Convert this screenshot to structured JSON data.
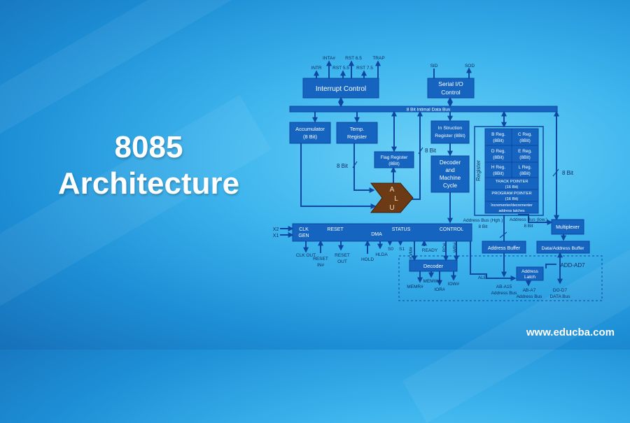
{
  "title": {
    "line1": "8085",
    "line2": "Architecture"
  },
  "site": "www.educba.com",
  "colors": {
    "block": "#1565c0",
    "block_text": "#ffffff",
    "line": "#0d47a1",
    "alu": "#6d3a16"
  },
  "diagram": {
    "interrupt_pins": [
      "INTR",
      "INTA#",
      "RST 5.5",
      "RST 6.5",
      "RST 7.5",
      "TRAP"
    ],
    "interrupt_control": "Interrupt Control",
    "serial_pins": [
      "SID",
      "SOD"
    ],
    "serial_io_control": [
      "Serial I/O",
      "Control"
    ],
    "internal_bus": "8 Bit Intimal Data Bus",
    "accumulator": [
      "Accumulator",
      "(8 Bit)"
    ],
    "temp_register": [
      "Temp.",
      "Register"
    ],
    "flag_register": [
      "Flag Register",
      "(8Bit)"
    ],
    "instruction_register": [
      "In Struction",
      "Register (8Bit)"
    ],
    "decoder_cycle": [
      "Decoder",
      "and",
      "Machine",
      "Cycle"
    ],
    "alu": [
      "A",
      "L",
      "U"
    ],
    "register_group_label": "Register",
    "registers": [
      [
        "B Reg.",
        "(8Bit)"
      ],
      [
        "C Reg.",
        "(8Bit)"
      ],
      [
        "D Reg.",
        "(8Bit)"
      ],
      [
        "E Reg.",
        "(8Bit)"
      ],
      [
        "H Reg.",
        "(8Bit)"
      ],
      [
        "L Reg.",
        "(8Bit)"
      ]
    ],
    "track_pointer": [
      "TRACK POINTER",
      "(16 Bit)"
    ],
    "program_pointer": [
      "PROGRAM POINTER",
      "(16 Bit)"
    ],
    "inc_dec": [
      "Incrementer/decrementer",
      "address latches"
    ],
    "bit_labels": {
      "temp_flag": "8 Bit",
      "instr": "8 Bit",
      "right": "8 Bit"
    },
    "timing_bar": {
      "clk": [
        "CLK",
        "GEN"
      ],
      "reset": "RESET",
      "dma": "DMA",
      "status": "STATUS",
      "control": "CONTROL"
    },
    "clock_inputs": [
      "X2",
      "X1"
    ],
    "bottom_pins": {
      "clk_out": "CLK OUT",
      "reset_in": [
        "RESET",
        "IN#"
      ],
      "reset_out": [
        "RESET",
        "OUT"
      ],
      "hold": "HOLD",
      "hlda": "HLDA",
      "s0": "S0",
      "s1": "S1",
      "io_m": "IO/M#",
      "ready": "READY",
      "rd": "RD#",
      "wr": "WR#"
    },
    "address_bus_high": [
      "Address Bus (Hgh.)",
      "8 Bit"
    ],
    "address_bus_low": [
      "Address Bus (low.)",
      "8 Bit"
    ],
    "multiplexer": "Multiplexer",
    "address_buffer": "Address Buffer",
    "data_address_buffer": "Data/Address Buffer",
    "decoder": "Decoder",
    "decoder_outputs": {
      "memr": "MEMR#",
      "memw": "MEMW#",
      "ior": "IOR#",
      "iow": "IOW#"
    },
    "ale": "ALE",
    "address_latch": [
      "Address",
      "Latch"
    ],
    "ad_bus": "ADD-AD7",
    "ab_high": [
      "AB-A15",
      "Address Bus"
    ],
    "ab_low": [
      "AB-A7",
      "Address Bus"
    ],
    "data_bus": [
      "DO-D7",
      "DATA Bus"
    ]
  }
}
